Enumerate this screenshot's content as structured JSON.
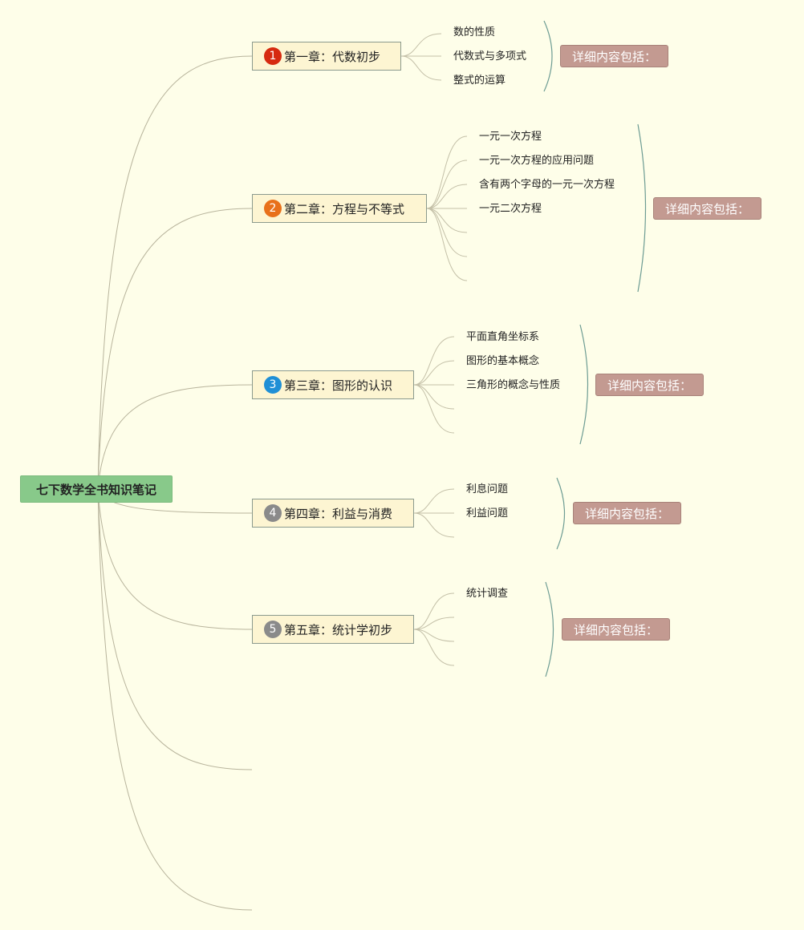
{
  "root": {
    "label": "七下数学全书知识笔记"
  },
  "summary_label": "详细内容包括：",
  "chapters": [
    {
      "number": "1",
      "label": "第一章：代数初步",
      "badge_color": "#d62a10",
      "topics": [
        "数的性质",
        "代数式与多项式",
        "整式的运算"
      ]
    },
    {
      "number": "2",
      "label": "第二章：方程与不等式",
      "badge_color": "#e8701a",
      "topics": [
        "一元一次方程",
        "一元一次方程的应用问题",
        "含有两个字母的一元一次方程",
        "一元二次方程"
      ]
    },
    {
      "number": "3",
      "label": "第三章：图形的认识",
      "badge_color": "#1f8fd6",
      "topics": [
        "平面直角坐标系",
        "图形的基本概念",
        "三角形的概念与性质"
      ]
    },
    {
      "number": "4",
      "label": "第四章：利益与消费",
      "badge_color": "#8a8a8a",
      "topics": [
        "利息问题",
        "利益问题"
      ]
    },
    {
      "number": "5",
      "label": "第五章：统计学初步",
      "badge_color": "#8a8a8a",
      "topics": [
        "统计调查"
      ]
    }
  ]
}
